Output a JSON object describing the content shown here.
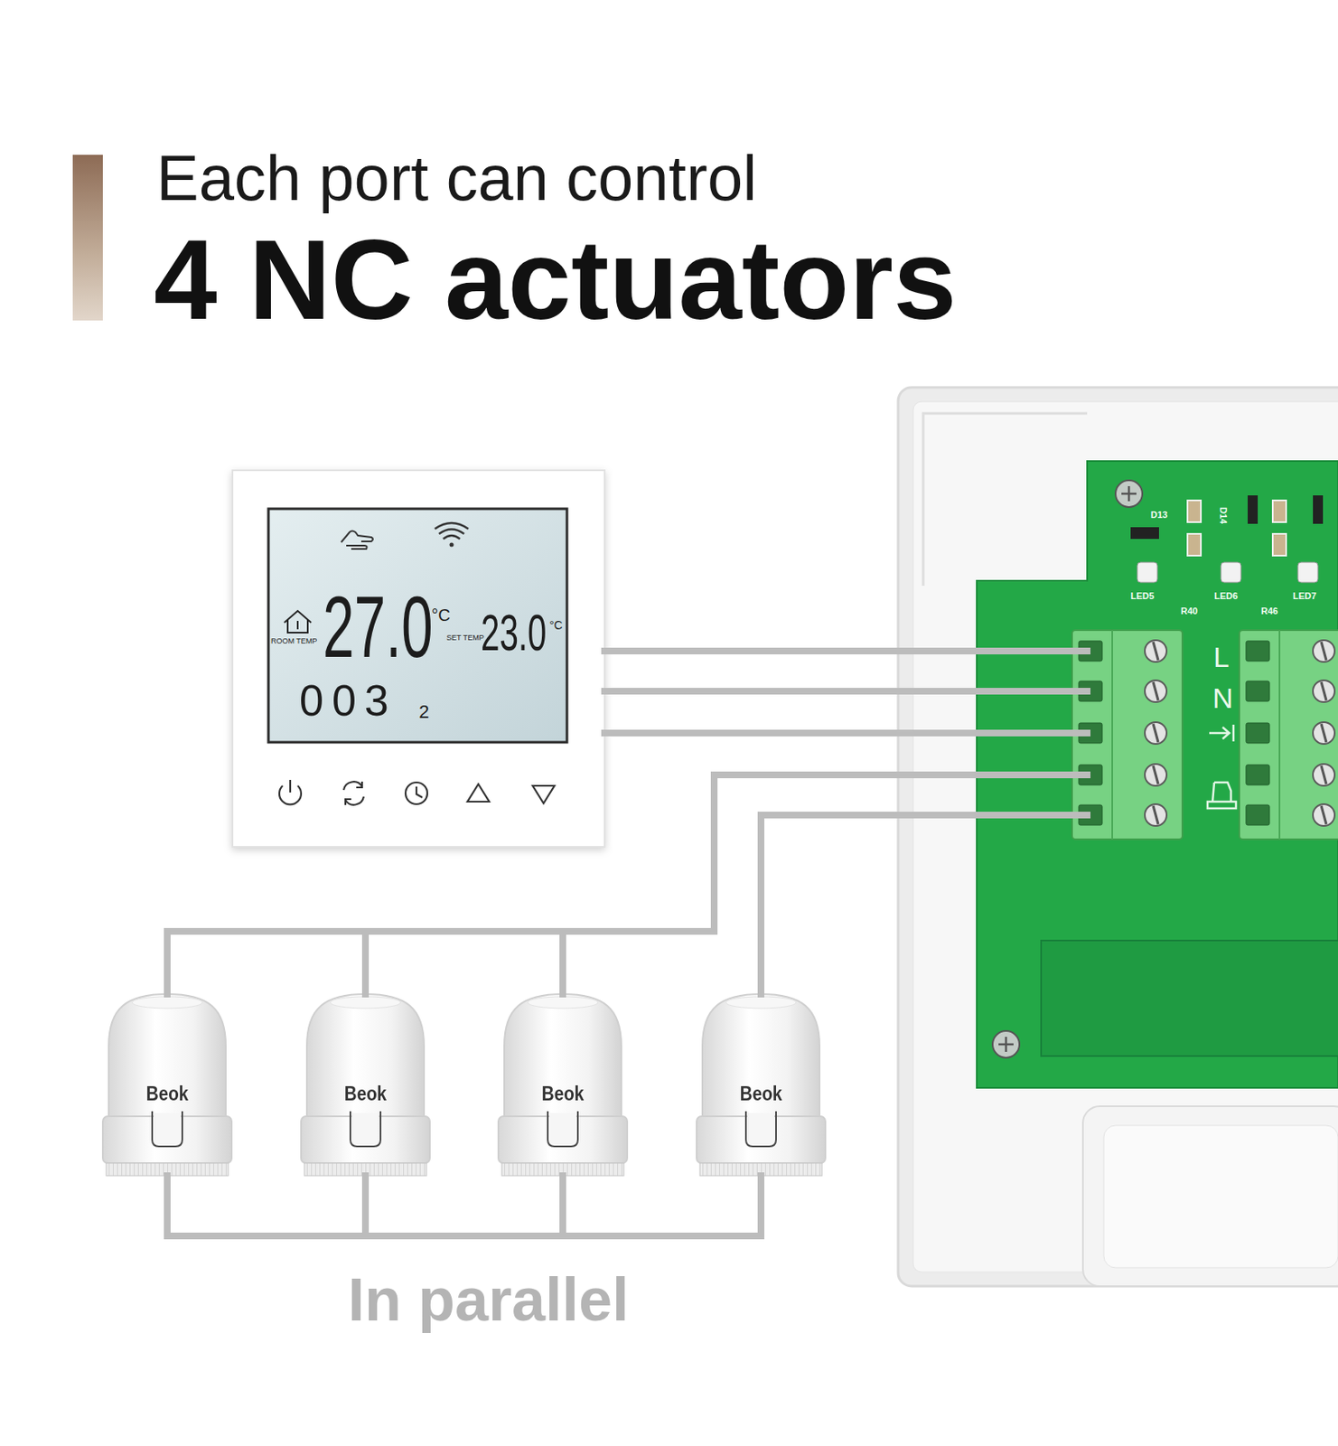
{
  "diagram": {
    "title": "4 NC actuators",
    "caption": "In parallel",
    "nodes": [
      {
        "text": [
          "ROOM TEMP",
          "27.0",
          "°C",
          "SET TEMP",
          "23.0",
          "°C",
          "003",
          "2"
        ]
      },
      {
        "text": [
          "L",
          "N"
        ]
      },
      {
        "text": [
          "Beok"
        ]
      },
      {
        "text": [
          "Beok"
        ]
      },
      {
        "text": [
          "Beok"
        ]
      },
      {
        "text": [
          "Beok"
        ]
      }
    ],
    "edges": [
      {
        "from": 0,
        "to": 1,
        "arrow": "none"
      },
      {
        "from": 0,
        "to": 1,
        "arrow": "none"
      },
      {
        "from": 0,
        "to": 1,
        "arrow": "none"
      },
      {
        "from": 1,
        "to": 2,
        "arrow": "none"
      },
      {
        "from": 1,
        "to": 3,
        "arrow": "none"
      },
      {
        "from": 1,
        "to": 4,
        "arrow": "none"
      },
      {
        "from": 1,
        "to": 5,
        "arrow": "none"
      },
      {
        "from": 2,
        "to": 5,
        "arrow": "none"
      },
      {
        "from": 3,
        "to": 5,
        "arrow": "none"
      },
      {
        "from": 4,
        "to": 5,
        "arrow": "none"
      }
    ],
    "labels": [
      "Each port can control",
      "D13",
      "D14",
      "LED5",
      "LED6",
      "LED7",
      "R40",
      "R46"
    ]
  }
}
